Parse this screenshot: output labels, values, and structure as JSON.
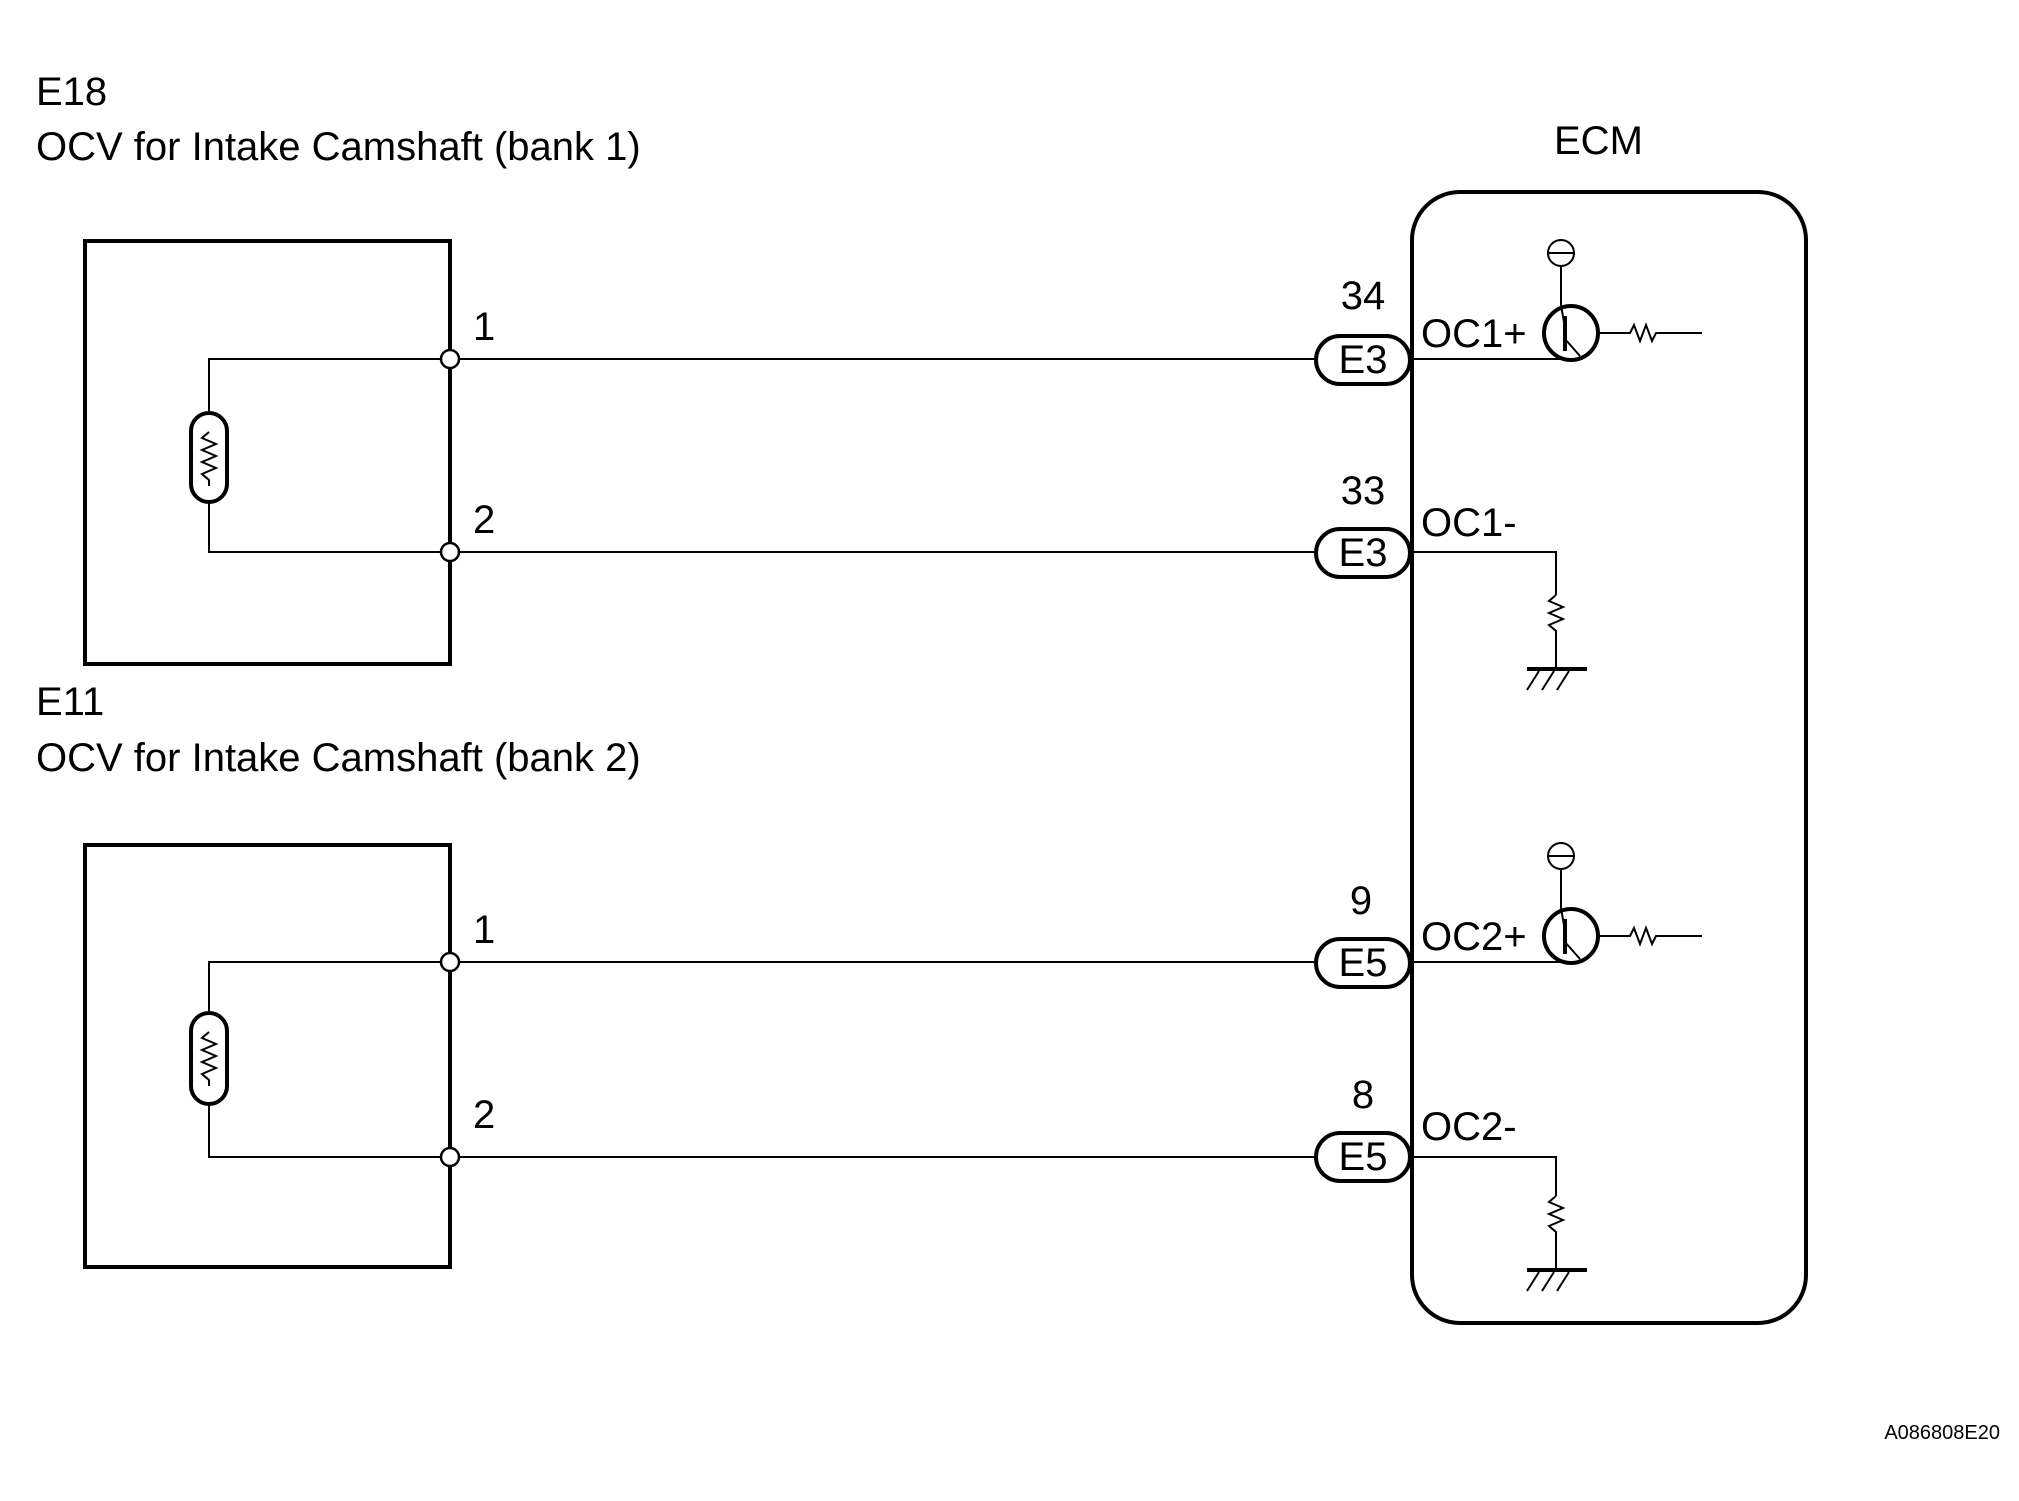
{
  "components": {
    "ocv_bank1": {
      "code": "E18",
      "name": "OCV for Intake Camshaft (bank 1)",
      "pin_top": "1",
      "pin_bottom": "2"
    },
    "ocv_bank2": {
      "code": "E11",
      "name": "OCV for Intake Camshaft (bank 2)",
      "pin_top": "1",
      "pin_bottom": "2"
    },
    "ecm": {
      "name": "ECM"
    }
  },
  "connections": [
    {
      "pin_number": "34",
      "connector": "E3",
      "signal": "OC1+"
    },
    {
      "pin_number": "33",
      "connector": "E3",
      "signal": "OC1-"
    },
    {
      "pin_number": "9",
      "connector": "E5",
      "signal": "OC2+"
    },
    {
      "pin_number": "8",
      "connector": "E5",
      "signal": "OC2-"
    }
  ],
  "figure_id": "A086808E20"
}
